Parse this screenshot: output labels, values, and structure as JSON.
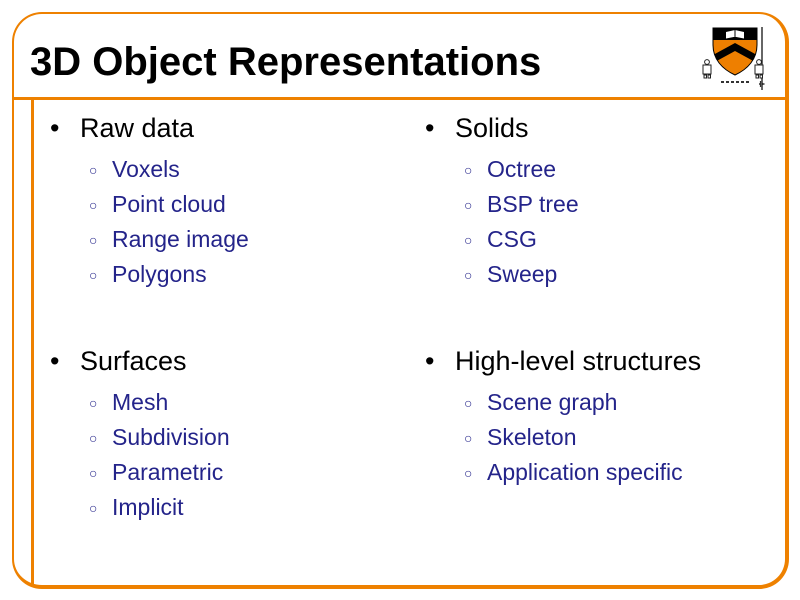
{
  "slide": {
    "title": "3D Object Representations",
    "bullets": {
      "level1": "•",
      "level2": "○"
    },
    "colors": {
      "border_orange": "#EE8100",
      "title_text": "#000000",
      "section_text": "#000000",
      "item_text": "#24248A",
      "background": "#FFFFFF",
      "shield_orange": "#EE7F00",
      "shield_black": "#000000"
    },
    "sections": [
      {
        "label": "Raw data",
        "items": [
          "Voxels",
          "Point cloud",
          "Range image",
          "Polygons"
        ]
      },
      {
        "label": "Solids",
        "items": [
          "Octree",
          "BSP tree",
          "CSG",
          "Sweep"
        ]
      },
      {
        "label": "Surfaces",
        "items": [
          "Mesh",
          "Subdivision",
          "Parametric",
          "Implicit"
        ]
      },
      {
        "label": "High-level structures",
        "items": [
          "Scene graph",
          "Skeleton",
          "Application specific"
        ]
      }
    ]
  }
}
